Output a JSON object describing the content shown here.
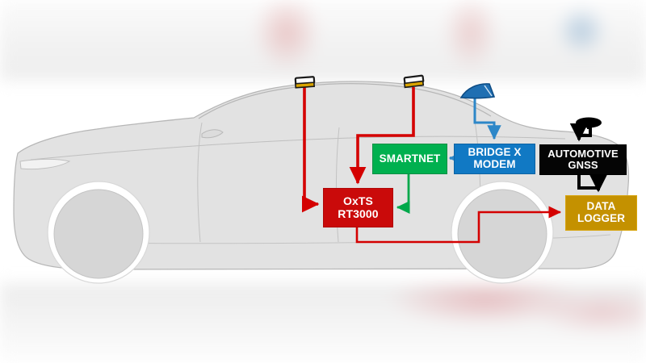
{
  "diagram": {
    "title": "Vehicle GNSS / INS sensor integration diagram",
    "vehicle": {
      "name": "car-silhouette",
      "body_color": "#e2e2e2",
      "outline_color": "#b6b6b6"
    },
    "nodes": [
      {
        "id": "smartnet",
        "label": "SMARTNET",
        "fill": "#00b04f",
        "text_color": "#ffffff",
        "border": "#0a8f44"
      },
      {
        "id": "oxts",
        "label": "OxTS\nRT3000",
        "fill": "#ca0a0a",
        "text_color": "#ffffff",
        "border": "#b00707"
      },
      {
        "id": "bridgex",
        "label": "BRIDGE X\nMODEM",
        "fill": "#1179c4",
        "text_color": "#ffffff",
        "border": "#0d63a3"
      },
      {
        "id": "gnss",
        "label": "AUTOMOTIVE\nGNSS",
        "fill": "#050505",
        "text_color": "#ffffff",
        "border": "#000000"
      },
      {
        "id": "datalogger",
        "label": "DATA\nLOGGER",
        "fill": "#c49100",
        "text_color": "#ffffff",
        "border": "#d8a50d"
      }
    ],
    "antennas": [
      {
        "id": "gnss-antenna-front",
        "type": "puck",
        "body_color": "#ffffff",
        "base_color": "#d9a400",
        "outline": "#1a1a1a"
      },
      {
        "id": "gnss-antenna-rear",
        "type": "puck",
        "body_color": "#ffffff",
        "base_color": "#d9a400",
        "outline": "#1a1a1a"
      },
      {
        "id": "shark-fin-antenna",
        "type": "shark-fin",
        "color": "#1f6fb2"
      },
      {
        "id": "automotive-gnss-antenna",
        "type": "mushroom",
        "color": "#000000"
      }
    ],
    "connections": [
      {
        "id": "front-antenna-to-oxts",
        "color": "#d40000",
        "from": "gnss-antenna-front",
        "to": "oxts"
      },
      {
        "id": "rear-antenna-to-oxts",
        "color": "#d40000",
        "from": "gnss-antenna-rear",
        "to": "oxts"
      },
      {
        "id": "oxts-to-datalogger",
        "color": "#d40000",
        "from": "oxts",
        "to": "datalogger"
      },
      {
        "id": "smartnet-to-oxts",
        "color": "#00a84a",
        "from": "smartnet",
        "to": "oxts"
      },
      {
        "id": "bridgex-to-smartnet",
        "color": "#1179c4",
        "from": "bridgex",
        "to": "smartnet"
      },
      {
        "id": "shark-fin-to-bridgex",
        "color": "#2d87c8",
        "from": "shark-fin-antenna",
        "to": "bridgex"
      },
      {
        "id": "antenna-to-gnss",
        "color": "#000000",
        "from": "automotive-gnss-antenna",
        "to": "gnss"
      },
      {
        "id": "gnss-to-datalogger",
        "color": "#000000",
        "from": "gnss",
        "to": "datalogger"
      }
    ],
    "colors": {
      "red_wire": "#d40000",
      "green_wire": "#00a84a",
      "blue_wire": "#2d87c8",
      "black_wire": "#000000",
      "background": "#ffffff"
    }
  }
}
